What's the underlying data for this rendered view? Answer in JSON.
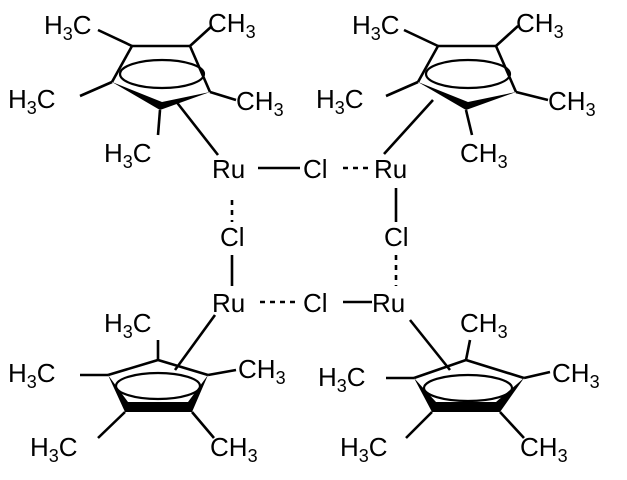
{
  "structure": {
    "atoms": {
      "ru": "Ru",
      "cl": "Cl"
    },
    "methyl": {
      "c": "C",
      "h": "H",
      "three": "3",
      "prefix_text": "H",
      "suffix_text": "CH"
    },
    "ru_centers": [
      {
        "label": "Ru"
      },
      {
        "label": "Ru"
      },
      {
        "label": "Ru"
      },
      {
        "label": "Ru"
      }
    ],
    "cl_bridges": [
      {
        "label": "Cl"
      },
      {
        "label": "Cl"
      },
      {
        "label": "Cl"
      },
      {
        "label": "Cl"
      }
    ],
    "ligand_count": 4,
    "methyls_per_ligand": 5
  }
}
